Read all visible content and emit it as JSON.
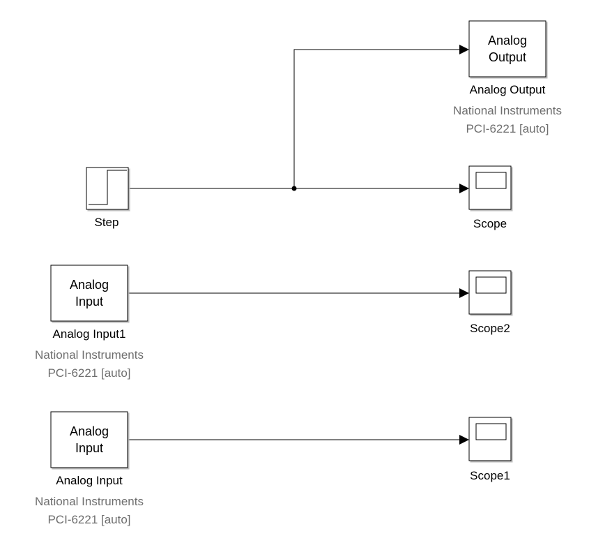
{
  "blocks": {
    "step": {
      "name": "Step"
    },
    "analog_output": {
      "icon_line1": "Analog",
      "icon_line2": "Output",
      "name": "Analog Output",
      "vendor": "National Instruments",
      "device": "PCI-6221 [auto]"
    },
    "scope": {
      "name": "Scope"
    },
    "analog_input1": {
      "icon_line1": "Analog",
      "icon_line2": "Input",
      "name": "Analog Input1",
      "vendor": "National Instruments",
      "device": "PCI-6221 [auto]"
    },
    "scope2": {
      "name": "Scope2"
    },
    "analog_input": {
      "icon_line1": "Analog",
      "icon_line2": "Input",
      "name": "Analog Input",
      "vendor": "National Instruments",
      "device": "PCI-6221 [auto]"
    },
    "scope1": {
      "name": "Scope1"
    }
  }
}
